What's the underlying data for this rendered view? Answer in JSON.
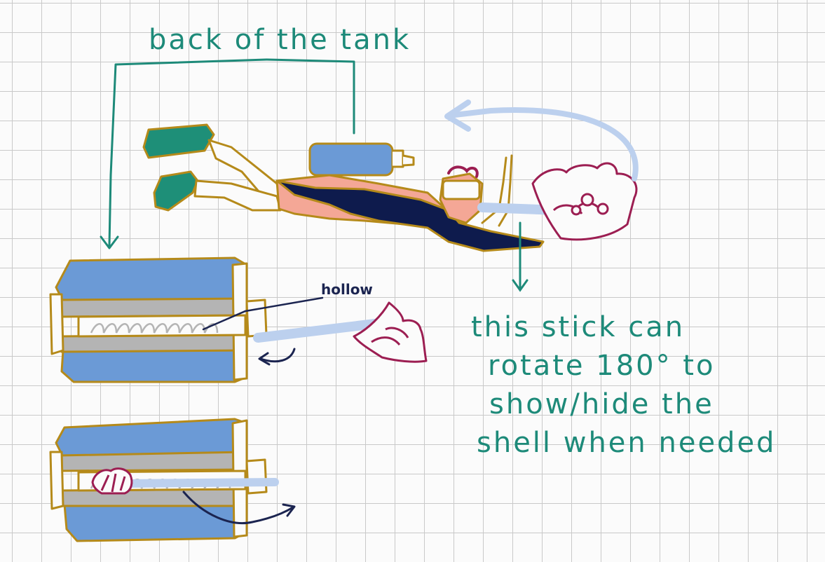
{
  "colors": {
    "teal": "#1d8a79",
    "gold": "#b58a1a",
    "tank_blue": "#6b9ad6",
    "suit_navy": "#0e1b4d",
    "skin_pink": "#f4a796",
    "shell_maroon": "#9c1e52",
    "stick_lightblue": "#bcd0ee",
    "grey": "#b4b4b4",
    "arrow_dark": "#1b2450"
  },
  "labels": {
    "back_of_tank": "back of the tank",
    "hollow": "hollow",
    "stick_note": [
      "this stick can",
      "rotate 180° to",
      "show/hide the",
      "shell when needed"
    ]
  }
}
